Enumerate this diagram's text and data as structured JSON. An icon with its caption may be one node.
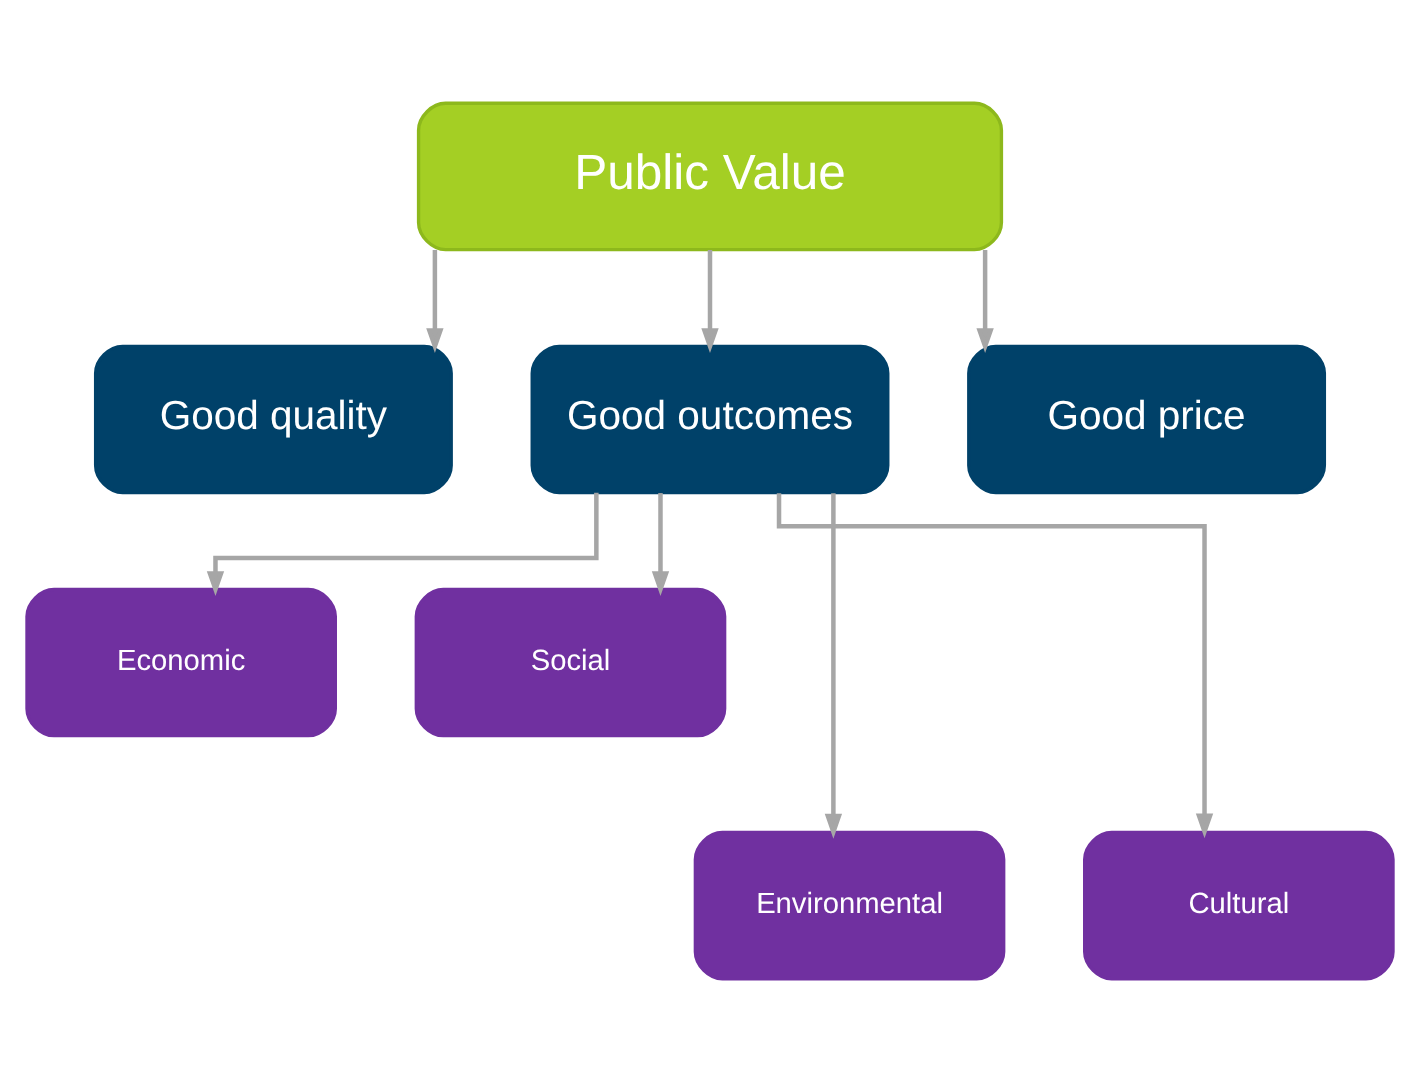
{
  "diagram": {
    "nodes": [
      {
        "text": [
          "Public Value"
        ]
      },
      {
        "text": [
          "Good quality"
        ]
      },
      {
        "text": [
          "Good outcomes"
        ]
      },
      {
        "text": [
          "Good price"
        ]
      },
      {
        "text": [
          "Economic"
        ]
      },
      {
        "text": [
          "Social"
        ]
      },
      {
        "text": [
          "Environmental"
        ]
      },
      {
        "text": [
          "Cultural"
        ]
      }
    ],
    "edges": [
      {
        "from": 0,
        "to": 1,
        "arrow": "to"
      },
      {
        "from": 0,
        "to": 2,
        "arrow": "to"
      },
      {
        "from": 0,
        "to": 3,
        "arrow": "to"
      },
      {
        "from": 2,
        "to": 4,
        "arrow": "to"
      },
      {
        "from": 2,
        "to": 6,
        "arrow": "to"
      },
      {
        "from": 2,
        "to": 7,
        "arrow": "to"
      },
      {
        "from": 2,
        "to": 5,
        "arrow": "to"
      }
    ]
  }
}
